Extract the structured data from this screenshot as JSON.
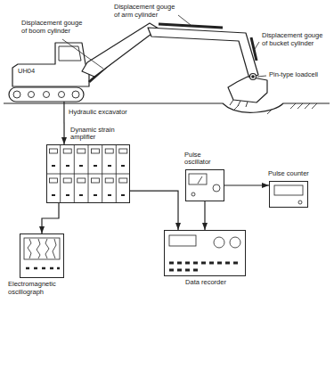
{
  "diagram": {
    "nodes": [
      {
        "text": [
          "Hydraulic excavator"
        ]
      },
      {
        "text": [
          "Dynamic strain amplifier"
        ]
      },
      {
        "text": [
          "Pulse oscillator"
        ]
      },
      {
        "text": [
          "Pulse counter"
        ]
      },
      {
        "text": [
          "Electromagnetic oscillograph"
        ]
      },
      {
        "text": [
          "Data recorder"
        ]
      }
    ],
    "edges": [
      {
        "from": 0,
        "to": 1,
        "arrow": "to"
      },
      {
        "from": 1,
        "to": 4,
        "arrow": "to"
      },
      {
        "from": 1,
        "to": 5,
        "arrow": "to"
      },
      {
        "from": 2,
        "to": 3,
        "arrow": "to"
      },
      {
        "from": 2,
        "to": 5,
        "arrow": "to"
      }
    ],
    "labels": [
      "Displacement gouge of boom cylinder",
      "Displacement gouge of arm cylinder",
      "Displacement gouge of bucket cylinder",
      "Pin-type loadcell",
      "UH04"
    ]
  }
}
